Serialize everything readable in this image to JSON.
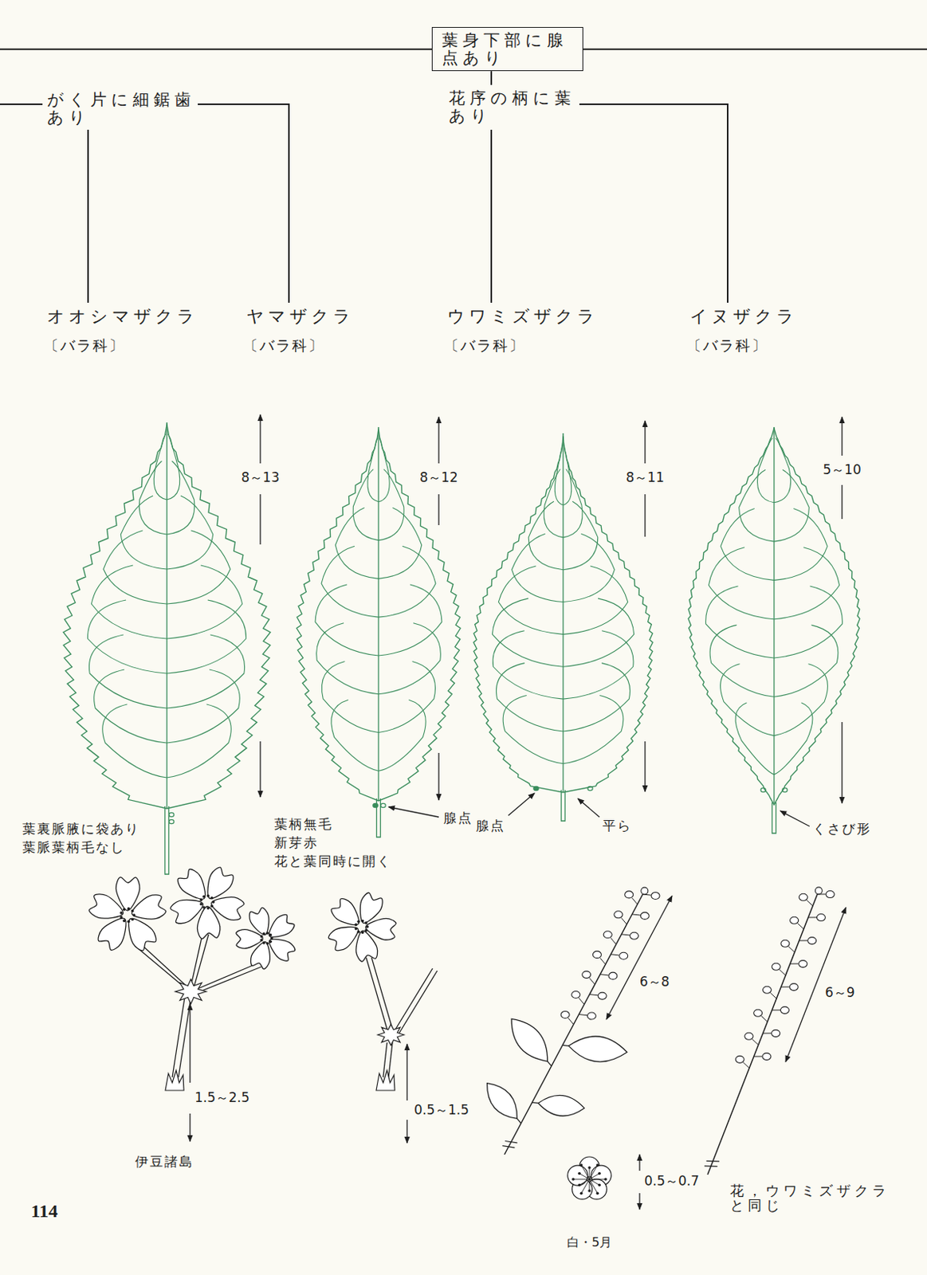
{
  "diagram": {
    "nodes": [
      {
        "text": [
          "葉身下部に腺 点あり"
        ]
      }
    ],
    "labels": [
      "がく片に細鋸歯 あり",
      "花序の柄に葉 あり",
      "オオシマザクラ",
      "〔バラ科〕",
      "ヤマザクラ",
      "〔バラ科〕",
      "ウワミズザクラ",
      "〔バラ科〕",
      "イヌザクラ",
      "〔バラ科〕",
      "8～13",
      "8～12",
      "8～11",
      "5～10",
      "葉裏脈腋に袋あり",
      "葉脈葉柄毛なし",
      "葉柄無毛",
      "新芽赤",
      "花と葉同時に開く",
      "腺点",
      "腺点",
      "平ら",
      "くさび形",
      "1.5～2.5",
      "伊豆諸島",
      "0.5～1.5",
      "6～8",
      "6～9",
      "0.5～0.7",
      "白・5月",
      "花，ウワミズザクラ と同じ",
      "114"
    ]
  }
}
